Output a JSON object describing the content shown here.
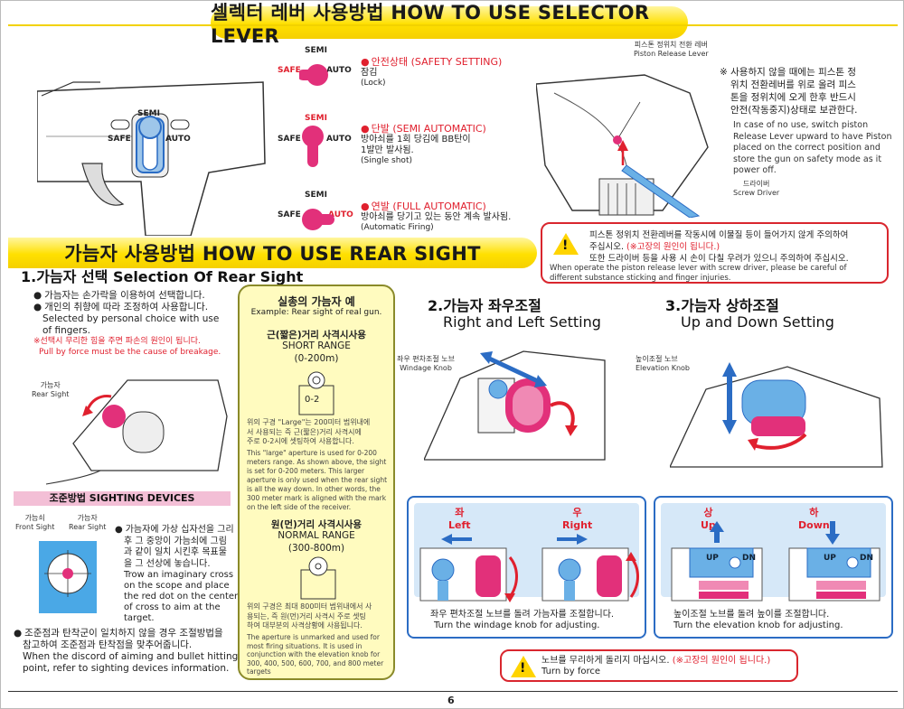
{
  "top_banner": {
    "title": "셀렉터 레버 사용방법 HOW TO USE SELECTOR LEVER"
  },
  "selector": {
    "diagram": {
      "semi": "SEMI",
      "safe": "SAFE",
      "auto": "AUTO"
    },
    "modes": [
      {
        "semi": "SEMI",
        "safe": "SAFE",
        "auto": "AUTO",
        "title": "안전상태 (SAFETY SETTING)",
        "ko": "잠김",
        "en": "(Lock)"
      },
      {
        "semi": "SEMI",
        "safe": "SAFE",
        "auto": "AUTO",
        "title": "단발 (SEMI AUTOMATIC)",
        "ko": "방아쇠를 1회 당김에 BB탄이",
        "ko2": "1발만 발사됨.",
        "en": "(Single shot)"
      },
      {
        "semi": "SEMI",
        "safe": "SAFE",
        "auto": "AUTO",
        "title": "연발 (FULL AUTOMATIC)",
        "ko": "방아쇠를 당기고 있는 동안 계속 발사됨.",
        "en": "(Automatic Firing)"
      }
    ]
  },
  "piston": {
    "lever_ko": "피스톤 정위치 전환 레버",
    "lever_en": "Piston Release Lever",
    "driver_ko": "드라이버",
    "driver_en": "Screw Driver",
    "note_ko": [
      "※ 사용하지 않을 때에는 피스톤 정",
      "위치 전환레버를 위로 올려 피스",
      "톤을 정위치에 오게 한후 반드시",
      "안전(작동중지)상태로 보관한다."
    ],
    "note_en": [
      "In case of no use, switch piston",
      "Release Lever upward to have Piston",
      "placed on the correct position and",
      "store the gun on safety mode as it",
      "power off."
    ],
    "warning_ko1": "피스톤 정위치 전환레버를 작동시에 이물질 등이 들어가지 않게 주의하여",
    "warning_ko2a": "주십시오. ",
    "warning_ko2b": "(※고장의 원인이 됩니다.)",
    "warning_ko3": "또한 드라이버 등을 사용 시 손이 다칠 우려가 있으니 주의하여 주십시오.",
    "warning_en1": "When operate the piston release lever with screw driver, please be careful of",
    "warning_en2": "different substance sticking and finger injuries."
  },
  "rear_banner": {
    "title": "가늠자 사용방법 HOW TO USE REAR SIGHT"
  },
  "selection": {
    "heading": "1.가늠자 선택 Selection Of Rear Sight",
    "bullet1": "가늠자는 손가락을 이용하여 선택합니다.",
    "bullet2": "개인의 취향에 따라 조정하여 사용합니다.",
    "en1": "Selected by personal choice with use",
    "en2": "of fingers.",
    "warn_ko": "※선택시 무리한 힘을 주면 파손의 원인이 됩니다.",
    "warn_en": "Pull by force must be the cause of breakage.",
    "rear_ko": "가늠자",
    "rear_en": "Rear Sight"
  },
  "sighting": {
    "title": "조준방법 SIGHTING DEVICES",
    "front_ko": "가늠쇠",
    "front_en": "Front Sight",
    "rear_ko": "가늠자",
    "rear_en": "Rear Sight",
    "ko": [
      "가늠자에 가상 십자선을 그리",
      "후 그 중앙이 가늠쇠에 그림",
      "과 같이 일치 시킨후 목표물",
      "을 그 선상에 놓습니다."
    ],
    "en": [
      "Trow an imaginary cross",
      "on the scope and place",
      "the red dot on the center",
      "of cross to aim at the",
      "target."
    ],
    "bottom_ko1": "조준점과 탄착군이 일치하지 않을 경우 조절방법을",
    "bottom_ko2": "참고하여 조준점과 탄착점을 맞추어줍니다.",
    "bottom_en1": "When the discord of aiming and bullet hitting",
    "bottom_en2": "point, refer to sighting devices information."
  },
  "example": {
    "title": "실총의 가늠자 예",
    "subtitle": "Example: Rear sight of real gun.",
    "short_ko": "근(짧은)거리 사격시사용",
    "short_en": "SHORT RANGE",
    "short_range": "(0-200m)",
    "aperture_label": "0-2",
    "short_ko_desc": [
      "위의 구경 \"Large\"는 200미터 범위내에",
      "서 사용되는 즉 근(짧은)거리 사격시에",
      "주로 0-2시에 셋팅하여 사용합니다."
    ],
    "short_en_desc": [
      "This \"large\" aperture is used for 0-200",
      "meters range. As shown above, the sight",
      "is set for 0-200 meters. This larger",
      "aperture is only used when the rear sight",
      "is all the way down. In other words, the",
      "300 meter mark is aligned with the mark",
      "on the left side of the receiver."
    ],
    "normal_ko": "원(먼)거리 사격시사용",
    "normal_en": "NORMAL RANGE",
    "normal_range": "(300-800m)",
    "normal_ko_desc": [
      "위의 구경은 최대 800미터 범위내에서 사",
      "용되는, 즉 원(먼)거리 사격시 주로 셋팅",
      "하여 대부분의 사격상황에 사용됩니다."
    ],
    "normal_en_desc": [
      "The aperture is unmarked and used for",
      "most firing situations. It is used in",
      "conjunction with the elevation knob for",
      "300, 400, 500, 600, 700, and 800 meter",
      "targets"
    ]
  },
  "windage": {
    "heading_ko": "2.가늠자 좌우조절",
    "heading_en": "Right and Left Setting",
    "knob_ko": "좌우 편차조절 노브",
    "knob_en": "Windage Knob",
    "left_ko": "좌",
    "left_en": "Left",
    "right_ko": "우",
    "right_en": "Right",
    "caption_ko": "좌우 편차조절 노브를 돌려 가늠자를 조절합니다.",
    "caption_en": "Turn the windage knob for adjusting."
  },
  "elevation": {
    "heading_ko": "3.가늠자 상하조절",
    "heading_en": "Up and Down Setting",
    "knob_ko": "높이조절 노브",
    "knob_en": "Elevation Knob",
    "up_ko": "상",
    "up_en": "Up",
    "down_ko": "하",
    "down_en": "Down",
    "up_mark": "UP",
    "dn_mark": "DN",
    "caption_ko": "높이조절 노브를 돌려 높이를 조절합니다.",
    "caption_en": "Turn the elevation knob for adjusting."
  },
  "bottom_warning": {
    "ko": "노브를 무리하게 돌리지 마십시오. ",
    "ko_red": "(※고장의 원인이 됩니다.)",
    "en": "Turn by force"
  },
  "page_number": "6",
  "colors": {
    "banner": "#ffe000",
    "accent_red": "#e0202e",
    "pink": "#e2307a",
    "blue": "#2b6cc4",
    "light_blue": "#d6e8f8"
  }
}
